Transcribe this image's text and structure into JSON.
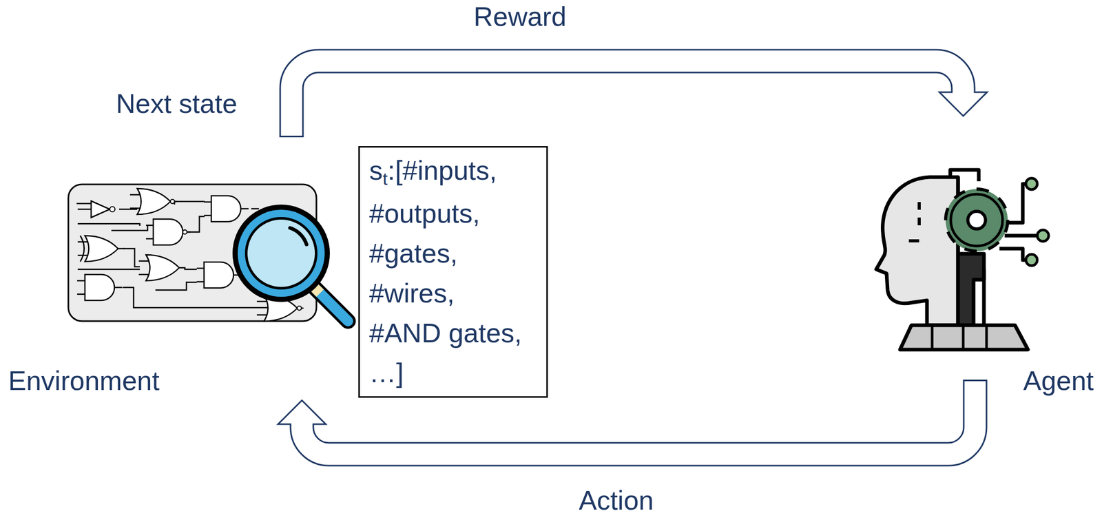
{
  "diagram": {
    "nodes": [
      {
        "text": [
          "Environment"
        ]
      },
      {
        "text": [
          "s",
          "t",
          ":[#inputs, #outputs, #gates, #wires, #AND gates, …]"
        ]
      },
      {
        "text": [
          "Agent"
        ]
      }
    ],
    "edges": [
      {
        "from": 0,
        "to": 2,
        "arrow": "to",
        "label": "Reward"
      },
      {
        "from": 2,
        "to": 0,
        "arrow": "to",
        "label": "Action"
      }
    ],
    "labels": [
      "Next state"
    ]
  }
}
